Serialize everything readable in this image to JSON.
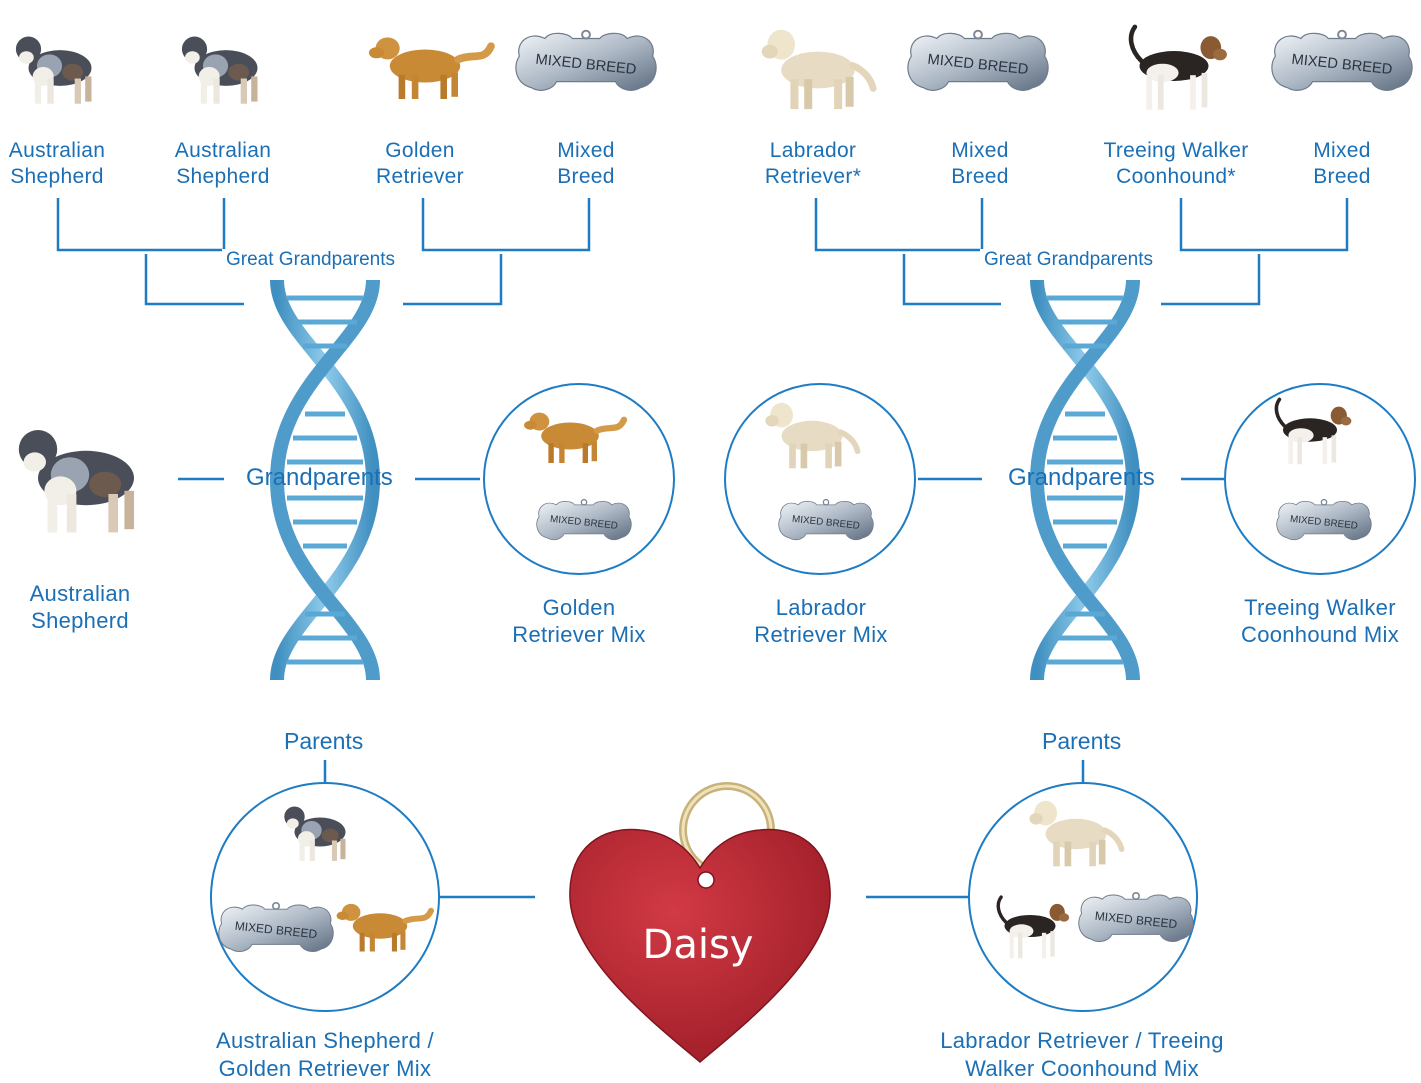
{
  "left": {
    "great_grandparents": [
      {
        "line1": "Australian",
        "line2": "Shepherd"
      },
      {
        "line1": "Australian",
        "line2": "Shepherd"
      },
      {
        "line1": "Golden",
        "line2": "Retriever"
      },
      {
        "line1": "Mixed",
        "line2": "Breed"
      }
    ],
    "great_grandparents_label": "Great Grandparents",
    "grandparents_label": "Grandparents",
    "grandparent_a": {
      "line1": "Australian",
      "line2": "Shepherd"
    },
    "grandparent_b": {
      "line1": "Golden",
      "line2": "Retriever Mix"
    },
    "parents_label": "Parents",
    "parent": {
      "line1": "Australian Shepherd /",
      "line2": "Golden Retriever Mix"
    }
  },
  "right": {
    "great_grandparents": [
      {
        "line1": "Labrador",
        "line2": "Retriever*"
      },
      {
        "line1": "Mixed",
        "line2": "Breed"
      },
      {
        "line1": "Treeing Walker",
        "line2": "Coonhound*"
      },
      {
        "line1": "Mixed",
        "line2": "Breed"
      }
    ],
    "great_grandparents_label": "Great Grandparents",
    "grandparents_label": "Grandparents",
    "grandparent_a": {
      "line1": "Labrador",
      "line2": "Retriever Mix"
    },
    "grandparent_b": {
      "line1": "Treeing Walker",
      "line2": "Coonhound Mix"
    },
    "parents_label": "Parents",
    "parent": {
      "line1": "Labrador Retriever / Treeing",
      "line2": "Walker Coonhound Mix"
    }
  },
  "tag_text": "MIXED BREED",
  "dog_name": "Daisy",
  "colors": {
    "text_blue": "#1b6fb5",
    "line_blue": "#1e7cc4",
    "helix_blue": "#6cb6de",
    "heart_red": "#b3232e"
  }
}
